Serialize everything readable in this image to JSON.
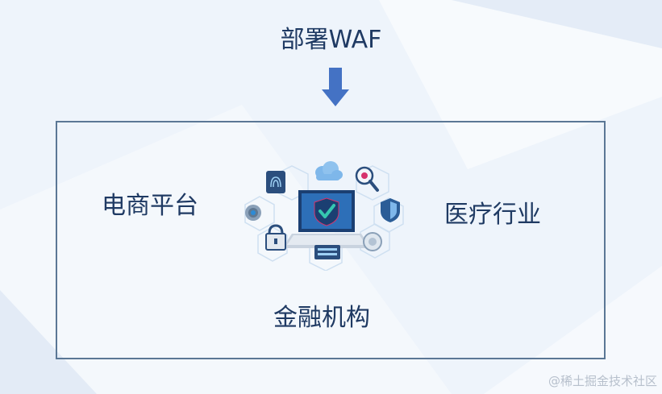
{
  "title": "部署WAF",
  "scenarios": {
    "left": "电商平台",
    "right": "医疗行业",
    "bottom": "金融机构"
  },
  "watermark": "@稀土掘金技术社区",
  "colors": {
    "text": "#1f3a63",
    "arrow": "#4472c4",
    "frame": "#5b7795",
    "background": "#eef4fb",
    "illustration_accent": "#2d8bd6"
  },
  "illustration_icons": [
    "laptop-shield-icon",
    "cloud-icon",
    "fingerprint-icon",
    "bug-search-icon",
    "gear-icon",
    "shield-icon",
    "padlock-icon",
    "password-field-icon",
    "lock-dial-icon"
  ]
}
